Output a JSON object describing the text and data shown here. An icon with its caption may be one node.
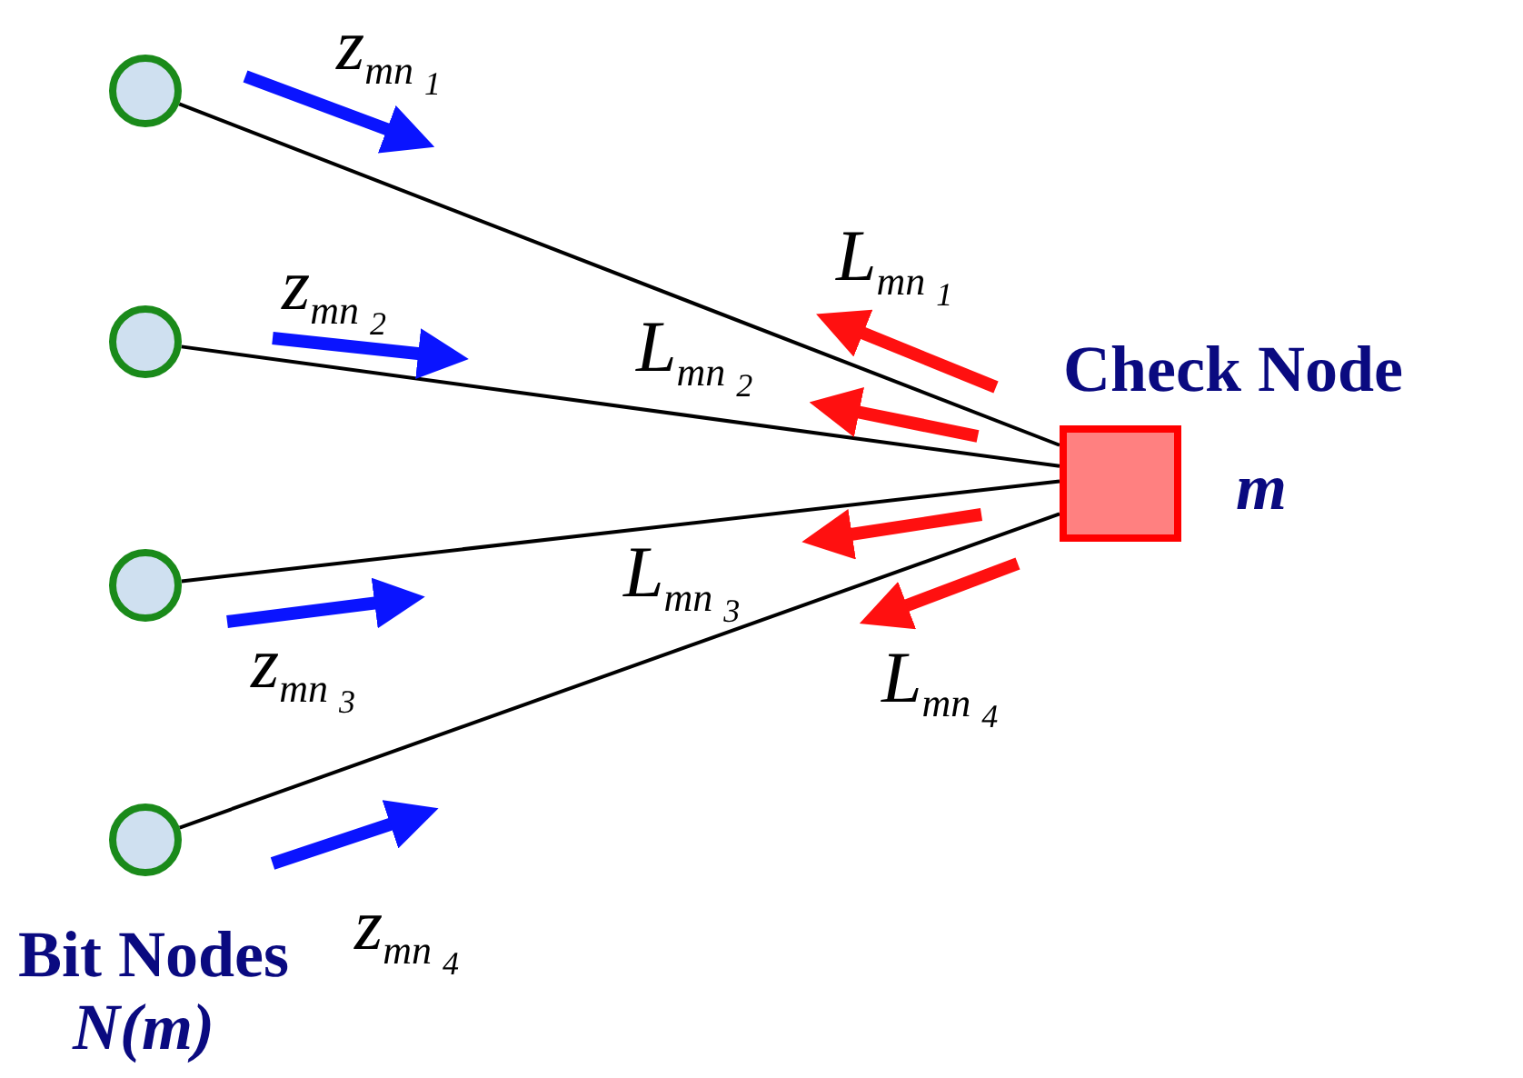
{
  "diagram": {
    "nodes": [
      {
        "text": [],
        "shape": "circle"
      },
      {
        "text": [],
        "shape": "circle"
      },
      {
        "text": [],
        "shape": "circle"
      },
      {
        "text": [],
        "shape": "circle"
      },
      {
        "text": [],
        "shape": "box",
        "beside": [
          "Check Node",
          "m"
        ]
      }
    ],
    "edges": [
      {
        "from": 0,
        "to": 4,
        "arrow": "none"
      },
      {
        "from": 1,
        "to": 4,
        "arrow": "none"
      },
      {
        "from": 2,
        "to": 4,
        "arrow": "none"
      },
      {
        "from": 3,
        "to": 4,
        "arrow": "none"
      }
    ],
    "labels": [
      "z$_{mn}$$_{1}$",
      "L$_{mn}$$_{1}$",
      "z$_{mn}$$_{2}$",
      "L$_{mn}$$_{2}$",
      "L$_{mn}$$_{3}$",
      "z$_{mn}$$_{3}$",
      "L$_{mn}$$_{4}$",
      "z$_{mn}$$_{4}$",
      "Bit Nodes",
      "N(m)"
    ]
  }
}
